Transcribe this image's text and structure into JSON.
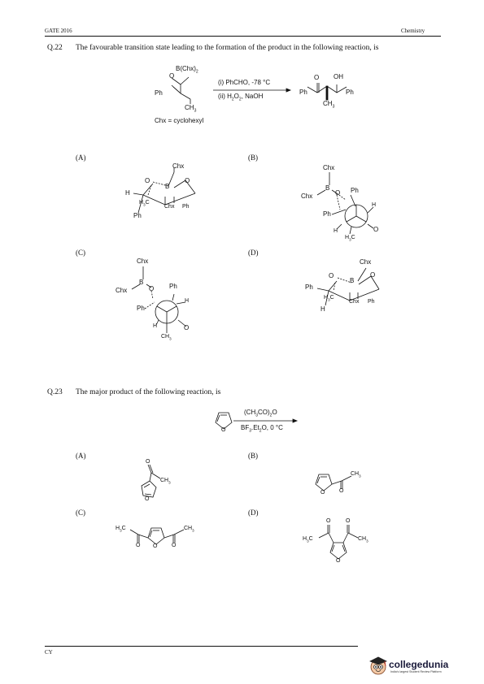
{
  "header": {
    "left": "GATE 2016",
    "right": "Chemistry"
  },
  "q22": {
    "number": "Q.22",
    "text": "The favourable transition state leading to the formation of the product in the following reaction, is",
    "reactant": {
      "boron": "B(Chx)",
      "boron_sub": "2",
      "oxygen": "O",
      "phenyl": "Ph",
      "methyl": "CH",
      "methyl_sub": "3"
    },
    "conditions": {
      "step1": "(i) PhCHO, -78 °C",
      "step2_pre": "(ii) H",
      "step2_sub1": "2",
      "step2_mid": "O",
      "step2_sub2": "2",
      "step2_post": ", NaOH"
    },
    "product": {
      "o": "O",
      "oh": "OH",
      "ph_left": "Ph",
      "ph_right": "Ph",
      "ch3": "CH",
      "ch3_sub": "3"
    },
    "note": "Chx = cyclohexyl",
    "options": {
      "A": {
        "label": "(A)",
        "chx": "Chx",
        "o1": "O",
        "b": "B",
        "o2": "O",
        "h": "H",
        "h3c": "H",
        "h3c_sub": "3",
        "h3c_c": "C",
        "chx_bottom": "Chx",
        "ph_bottom": "Ph",
        "ph_left": "Ph"
      },
      "B": {
        "label": "(B)",
        "chx_top": "Chx",
        "chx_left": "Chx",
        "b": "B",
        "o": "O",
        "ph_top": "Ph",
        "ph_left": "Ph",
        "h_right": "H",
        "h_left": "H",
        "h3c": "H",
        "h3c_sub": "3",
        "h3c_c": "C",
        "o_bottom": "O"
      },
      "C": {
        "label": "(C)",
        "chx_top": "Chx",
        "chx_left": "Chx",
        "b": "B",
        "o": "O",
        "ph_right": "Ph",
        "ph_left": "Ph",
        "h_right": "H",
        "h_left": "H",
        "ch3": "CH",
        "ch3_sub": "3",
        "o_bottom": "O"
      },
      "D": {
        "label": "(D)",
        "chx": "Chx",
        "o1": "O",
        "b": "B",
        "o2": "O",
        "ph": "Ph",
        "h3c": "H",
        "h3c_sub": "3",
        "h3c_c": "C",
        "chx_bottom": "Chx",
        "ph_bottom": "Ph",
        "h": "H"
      }
    }
  },
  "q23": {
    "number": "Q.23",
    "text": "The major product of the following reaction, is",
    "reagent1_pre": "(CH",
    "reagent1_sub1": "3",
    "reagent1_mid": "CO)",
    "reagent1_sub2": "2",
    "reagent1_post": "O",
    "reagent2_pre": "BF",
    "reagent2_sub1": "3",
    "reagent2_mid": ".Et",
    "reagent2_sub2": "2",
    "reagent2_post": "O, 0 °C",
    "ring_o": "O",
    "options": {
      "A": {
        "label": "(A)",
        "o_ring": "O",
        "o_keto": "O",
        "ch3": "CH",
        "ch3_sub": "3"
      },
      "B": {
        "label": "(B)",
        "o_ring": "O",
        "o_keto": "O",
        "ch3": "CH",
        "ch3_sub": "3"
      },
      "C": {
        "label": "(C)",
        "h3c": "H",
        "h3c_sub": "3",
        "h3c_c": "C",
        "o_ring": "O",
        "o_left": "O",
        "o_right": "O",
        "ch3": "CH",
        "ch3_sub": "3"
      },
      "D": {
        "label": "(D)",
        "h3c": "H",
        "h3c_sub": "3",
        "h3c_c": "C",
        "o_ring": "O",
        "o_left": "O",
        "o_right": "O",
        "ch3": "CH",
        "ch3_sub": "3"
      }
    }
  },
  "footer": {
    "left": "CY",
    "brand": "collegedunia",
    "brand_tail": "",
    "tagline": "India's largest Student Review Platform"
  }
}
